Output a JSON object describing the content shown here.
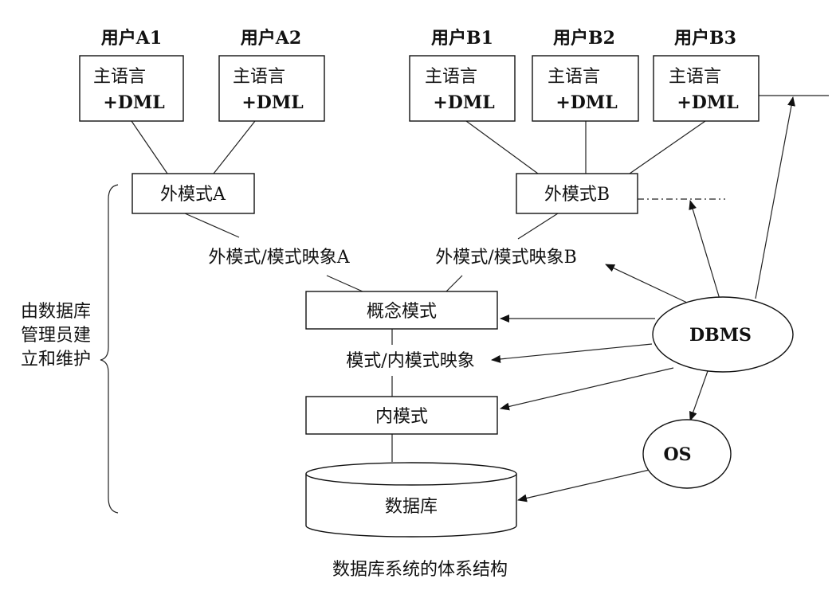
{
  "users": [
    {
      "label": "用户A1",
      "lang": "主语言",
      "dml": "+DML"
    },
    {
      "label": "用户A2",
      "lang": "主语言",
      "dml": "+DML"
    },
    {
      "label": "用户B1",
      "lang": "主语言",
      "dml": "+DML"
    },
    {
      "label": "用户B2",
      "lang": "主语言",
      "dml": "+DML"
    },
    {
      "label": "用户B3",
      "lang": "主语言",
      "dml": "+DML"
    }
  ],
  "external_schema_a": "外模式A",
  "external_schema_b": "外模式B",
  "mapping_a": "外模式/模式映象A",
  "mapping_b": "外模式/模式映象B",
  "conceptual_schema": "概念模式",
  "internal_mapping": "模式/内模式映象",
  "internal_schema": "内模式",
  "database": "数据库",
  "dbms": "DBMS",
  "os": "OS",
  "bracket_label": [
    "由数据库",
    "管理员建",
    "立和维护"
  ],
  "caption": "数据库系统的体系结构"
}
